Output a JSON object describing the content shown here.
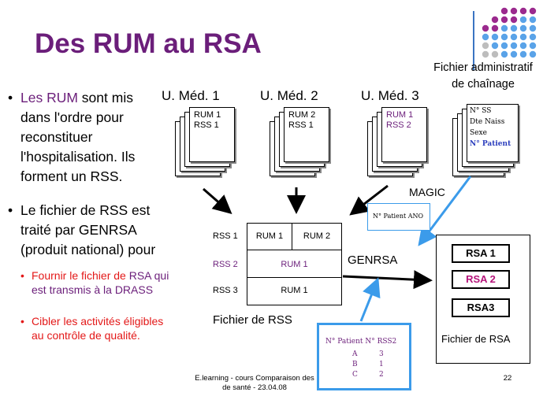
{
  "title": "Des RUM au RSA",
  "fichier_admin": [
    "Fichier administratif",
    "de chaînage"
  ],
  "bullets": [
    {
      "bullet": "•",
      "text": "Les RUM sont mis dans l'ordre pour reconstituer l'hospitalisation. Ils forment un RSS.",
      "color_first": "#6b1e7a"
    },
    {
      "bullet": "•",
      "text": "Le fichier de RSS est traité par GENRSA (produit national) pour"
    }
  ],
  "sub_bullets": [
    {
      "bullet": "•",
      "part1": "Fournir le fichier de ",
      "part2": "RSA",
      "part3": " qui est transmis à la DRASS"
    },
    {
      "bullet": "•",
      "text": "Cibler les activités éligibles au contrôle de qualité."
    }
  ],
  "units": [
    {
      "label": "U. Méd. 1",
      "lines": [
        "RUM 1",
        "RSS 1"
      ]
    },
    {
      "label": "U. Méd. 2",
      "lines": [
        "RUM 2",
        "RSS 1"
      ]
    },
    {
      "label": "U. Méd. 3",
      "lines": [
        "RUM 1",
        "RSS 2"
      ]
    }
  ],
  "admin_sheet": [
    "N° SS",
    "Dte Naiss",
    "Sexe",
    "N° Patient"
  ],
  "magic_label": "MAGIC",
  "patient_ano": "N° Patient ANO",
  "rss_table": {
    "rows": [
      {
        "label": "RSS 1",
        "cells": [
          "RUM 1",
          "RUM 2"
        ]
      },
      {
        "label": "RSS 2",
        "cells": [
          "RUM 1"
        ]
      },
      {
        "label": "RSS 3",
        "cells": [
          "RUM 1"
        ]
      }
    ],
    "caption": "Fichier de RSS"
  },
  "genrsa_label": "GENRSA",
  "rsa_boxes": [
    "RSA 1",
    "RSA 2",
    "RSA3"
  ],
  "rsa_caption": "Fichier de RSA",
  "chain_table": {
    "headers": [
      "N° Patient",
      "N° RSS2"
    ],
    "rows": [
      [
        "A",
        "3"
      ],
      [
        "B",
        "1"
      ],
      [
        "C",
        "2"
      ]
    ]
  },
  "footer": {
    "line1": "E.learning - cours Comparaison des",
    "line2": "de santé - 23.04.08",
    "page": "22"
  },
  "colors": {
    "purple": "#6b1e7a",
    "red": "#e31818",
    "blue_arrow": "#3b9bea",
    "dot_purple": "#9b2a8e",
    "dot_blue": "#5aa3e8",
    "dot_grey": "#bdbdbd"
  }
}
